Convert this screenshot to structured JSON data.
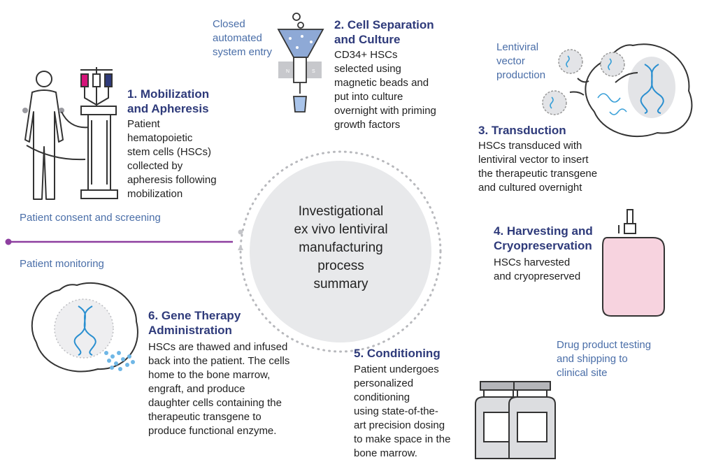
{
  "center": {
    "line1": "Investigational",
    "line2": "ex vivo lentiviral",
    "line3": "manufacturing",
    "line4": "process",
    "line5": "summary"
  },
  "steps": [
    {
      "title1": "1. Mobilization",
      "title2": "and Apheresis",
      "body": [
        "Patient",
        "hematopoietic",
        "stem cells (HSCs)",
        "collected by",
        "apheresis following",
        "mobilization"
      ]
    },
    {
      "title1": "2. Cell Separation",
      "title2": "and Culture",
      "body": [
        "CD34+ HSCs",
        "selected using",
        "magnetic beads and",
        "put into culture",
        "overnight with priming",
        "growth factors"
      ]
    },
    {
      "title1": "3. Transduction",
      "title2": "",
      "body": [
        "HSCs transduced with",
        "lentiviral vector to insert",
        "the therapeutic transgene",
        "and cultured overnight"
      ]
    },
    {
      "title1": "4. Harvesting and",
      "title2": "Cryopreservation",
      "body": [
        "HSCs harvested",
        "and cryopreserved"
      ]
    },
    {
      "title1": "5. Conditioning",
      "title2": "",
      "body": [
        "Patient undergoes",
        "personalized",
        "conditioning",
        "using state-of-the-",
        "art precision dosing",
        "to make space in the",
        "bone marrow."
      ]
    },
    {
      "title1": "6. Gene Therapy",
      "title2": "Administration",
      "body": [
        "HSCs are thawed and infused",
        "back into the patient. The cells",
        "home to the bone marrow,",
        "engraft, and produce",
        "daughter cells containing the",
        "therapeutic transgene to",
        "produce functional enzyme."
      ]
    }
  ],
  "side_labels": {
    "closed_entry": [
      "Closed",
      "automated",
      "system entry"
    ],
    "lentiviral": [
      "Lentiviral",
      "vector",
      "production"
    ],
    "consent": "Patient consent and screening",
    "monitoring": "Patient monitoring",
    "drug_testing": [
      "Drug product testing",
      "and shipping to",
      "clinical site"
    ]
  },
  "icon_text": {
    "magnet_n": "N",
    "magnet_s": "S"
  },
  "colors": {
    "title": "#2e3a7a",
    "side_label": "#4a6ea8",
    "timeline": "#8e3fa0",
    "bag_fill": "#f7d3df",
    "circle_fill": "#e8e9eb"
  },
  "icons": [
    "patient-body-icon",
    "apheresis-machine-icon",
    "cell-separation-funnel-icon",
    "lentivirus-icon",
    "dna-icon",
    "blood-bag-icon",
    "vial-icon",
    "cells-dots-icon"
  ]
}
